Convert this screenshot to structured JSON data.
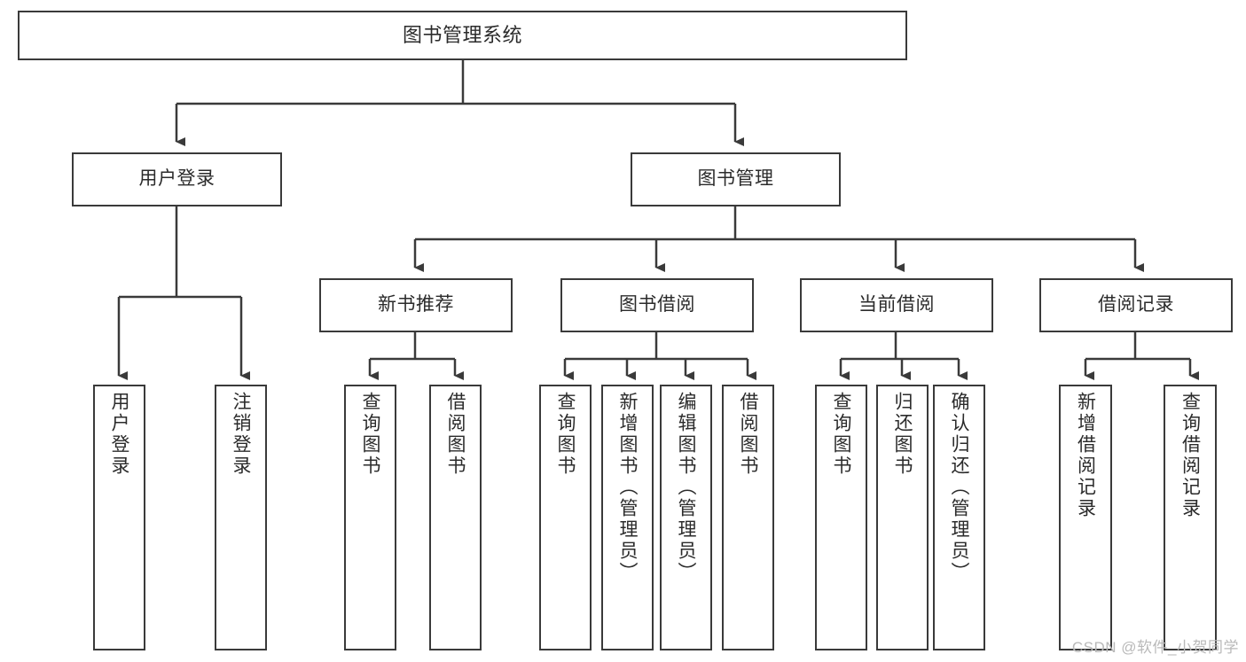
{
  "diagram": {
    "title": "图书管理系统",
    "watermark": "CSDN @软件_小贺同学",
    "root": {
      "label": "图书管理系统"
    },
    "level1": [
      {
        "label": "用户登录"
      },
      {
        "label": "图书管理"
      }
    ],
    "level2": [
      {
        "label": "新书推荐"
      },
      {
        "label": "图书借阅"
      },
      {
        "label": "当前借阅"
      },
      {
        "label": "借阅记录"
      }
    ],
    "leaves": {
      "user_login": [
        {
          "label": "用户登录"
        },
        {
          "label": "注销登录"
        }
      ],
      "new_book": [
        {
          "label": "查询图书"
        },
        {
          "label": "借阅图书"
        }
      ],
      "book_borrow": [
        {
          "label": "查询图书"
        },
        {
          "label": "新增图书（管理员）"
        },
        {
          "label": "编辑图书（管理员）"
        },
        {
          "label": "借阅图书"
        }
      ],
      "current_borrow": [
        {
          "label": "查询图书"
        },
        {
          "label": "归还图书"
        },
        {
          "label": "确认归还（管理员）"
        }
      ],
      "borrow_record": [
        {
          "label": "新增借阅记录"
        },
        {
          "label": "查询借阅记录"
        }
      ]
    },
    "colors": {
      "box_border": "#3a3a3a",
      "box_fill": "#ffffff",
      "connector": "#3a3a3a",
      "text": "#2b2b2b",
      "watermark": "#b9b9b9"
    }
  }
}
